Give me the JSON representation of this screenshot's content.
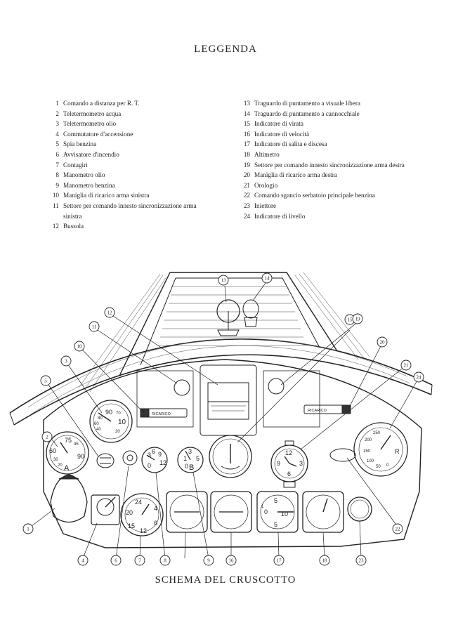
{
  "title": "LEGGENDA",
  "legend_left": [
    {
      "n": "1",
      "text": "Comando a distanza per R. T."
    },
    {
      "n": "2",
      "text": "Teletermometro acqua"
    },
    {
      "n": "3",
      "text": "Teletermometro olio"
    },
    {
      "n": "4",
      "text": "Commutatore d'accensione"
    },
    {
      "n": "5",
      "text": "Spia benzina"
    },
    {
      "n": "6",
      "text": "Avvisatore d'incendio"
    },
    {
      "n": "7",
      "text": "Contagiri"
    },
    {
      "n": "8",
      "text": "Manometro olio"
    },
    {
      "n": "9",
      "text": "Manometro benzina"
    },
    {
      "n": "10",
      "text": "Maniglia di ricarico arma sinistra"
    },
    {
      "n": "11",
      "text": "Settore per comando innesto sincronizzazione arma sinistra"
    },
    {
      "n": "12",
      "text": "Bussola"
    }
  ],
  "legend_right": [
    {
      "n": "13",
      "text": "Traguardo di puntamento a visuale libera"
    },
    {
      "n": "14",
      "text": "Traguardo di puntamento a cannocchiale"
    },
    {
      "n": "15",
      "text": "Indicatore di virata"
    },
    {
      "n": "16",
      "text": "Indicatore di velocità"
    },
    {
      "n": "17",
      "text": "Indicatore di salita e discesa"
    },
    {
      "n": "18",
      "text": "Altimetro"
    },
    {
      "n": "19",
      "text": "Settore per comando innesto sincronizzazione arma destra"
    },
    {
      "n": "20",
      "text": "Maniglia di ricarico arma destra"
    },
    {
      "n": "21",
      "text": "Orologio"
    },
    {
      "n": "22",
      "text": "Comando sgancio serbatoio principale benzina"
    },
    {
      "n": "23",
      "text": "Iniettore"
    },
    {
      "n": "24",
      "text": "Indicatore di livello"
    }
  ],
  "callouts": [
    "1",
    "2",
    "3",
    "4",
    "5",
    "6",
    "7",
    "8",
    "9",
    "10",
    "11",
    "12",
    "13",
    "14",
    "15",
    "16",
    "17",
    "18",
    "19",
    "20",
    "21",
    "22",
    "23",
    "24"
  ],
  "dial_labels": {
    "g2": [
      "75",
      "60",
      "45",
      "90",
      "30",
      "20",
      "A"
    ],
    "g3": [
      "90",
      "80",
      "60",
      "10",
      "40",
      "70",
      "20"
    ],
    "g7": [
      "24",
      "20",
      "4",
      "15",
      "12",
      "6"
    ],
    "g8": [
      "3",
      "6",
      "9",
      "12",
      "0"
    ],
    "g9": [
      "3",
      "1",
      "5",
      "0",
      "B"
    ],
    "g17": [
      "5",
      "0",
      "5",
      "10",
      "1"
    ],
    "g21": [
      "12",
      "9",
      "3",
      "6"
    ],
    "g24": [
      "250",
      "200",
      "150",
      "100",
      "50",
      "0",
      "R"
    ]
  },
  "handle_label": "RICARICO",
  "caption": "SCHEMA DEL CRUSCOTTO"
}
